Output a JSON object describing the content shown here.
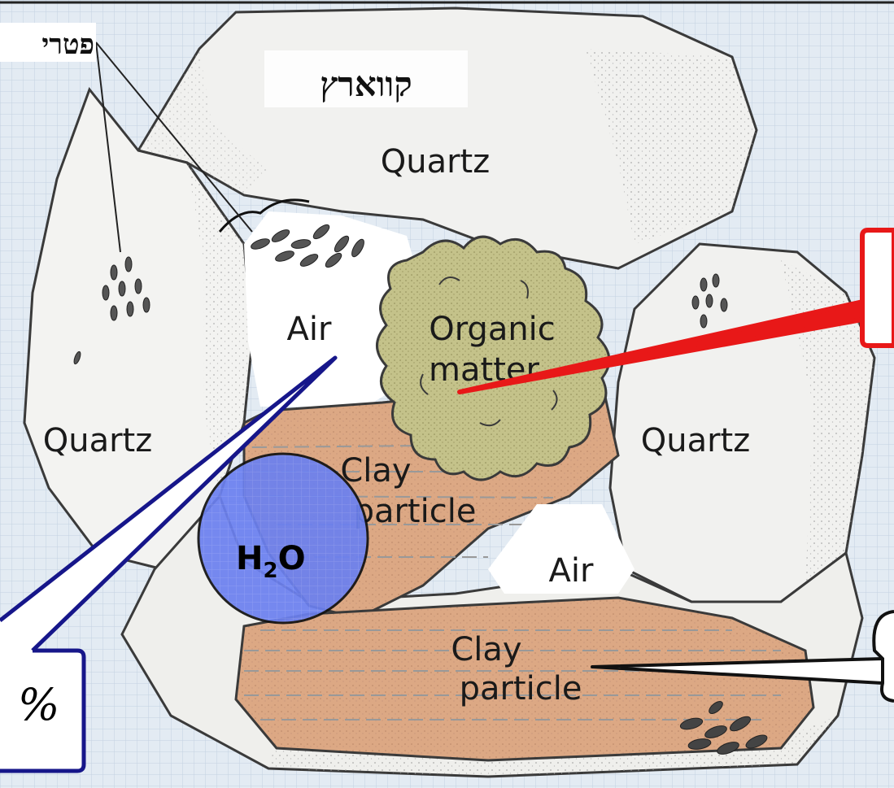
{
  "labels": {
    "quartz_top": "Quartz",
    "quartz_left": "Quartz",
    "quartz_right": "Quartz",
    "air_top": "Air",
    "air_bottom": "Air",
    "organic_line1": "Organic",
    "organic_line2": "matter",
    "clay1_line1": "Clay",
    "clay1_line2": "particle",
    "clay2_line1": "Clay",
    "clay2_line2": "particle"
  },
  "hebrew": {
    "quartz": "קווארץ",
    "fungi": "פטרי"
  },
  "water": {
    "base": "H",
    "sub": "2",
    "rest": "O"
  },
  "callouts": {
    "air_percent": "%"
  },
  "colors": {
    "background": "#e3ebf3",
    "clay": "#dca884",
    "organic": "#c4c28a",
    "water": "#6b80f0",
    "red_callout": "#e81818",
    "blue_callout": "#16168a"
  }
}
